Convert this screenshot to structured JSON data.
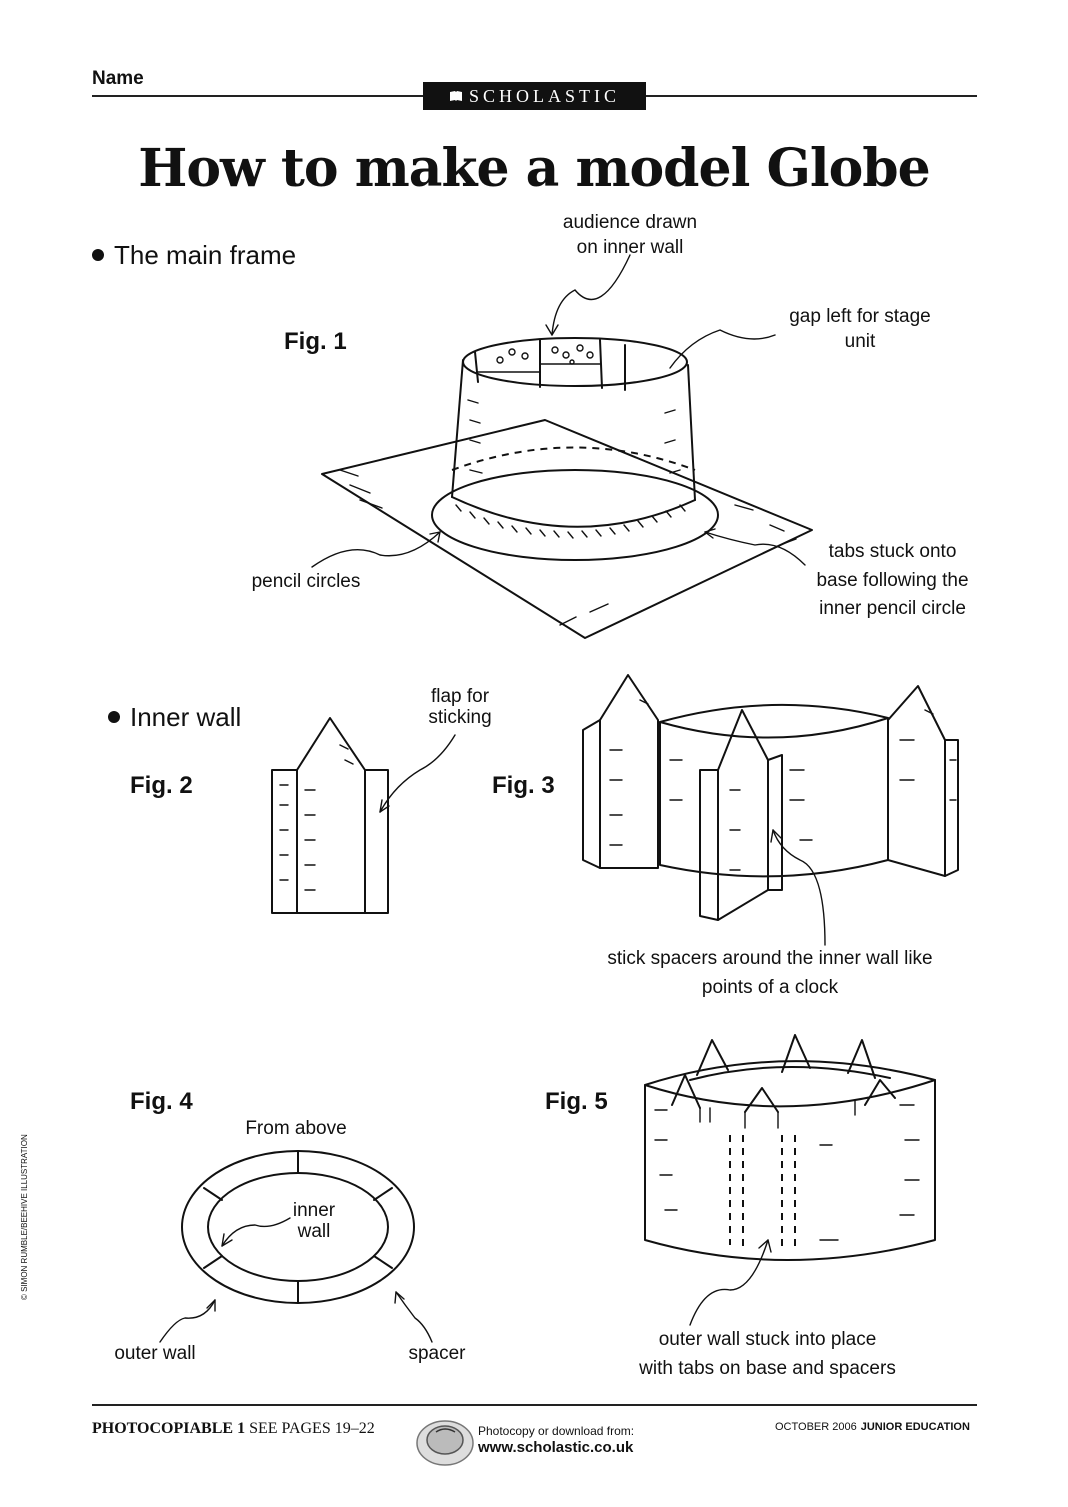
{
  "header": {
    "name_label": "Name",
    "logo": "SCHOLASTIC"
  },
  "title": "How to make a model Globe",
  "sections": {
    "main_frame": "The main frame",
    "inner_wall": "Inner wall"
  },
  "figures": {
    "fig1": "Fig. 1",
    "fig2": "Fig. 2",
    "fig3": "Fig. 3",
    "fig4": "Fig. 4",
    "fig5": "Fig. 5"
  },
  "labels": {
    "audience_1": "audience drawn",
    "audience_2": "on inner wall",
    "gap_1": "gap left for stage",
    "gap_2": "unit",
    "pencil": "pencil circles",
    "tabs_1": "tabs stuck onto",
    "tabs_2": "base following the",
    "tabs_3": "inner pencil circle",
    "flap_1": "flap for",
    "flap_2": "sticking",
    "spacers_1": "stick spacers around the inner wall like",
    "spacers_2": "points of a clock",
    "from_above": "From above",
    "inner_wall_1": "inner",
    "inner_wall_2": "wall",
    "outer_wall": "outer wall",
    "spacer": "spacer",
    "outer_stuck_1": "outer wall stuck into place",
    "outer_stuck_2": "with tabs on base and spacers"
  },
  "footer": {
    "photocopiable": "PHOTOCOPIABLE 1",
    "see_pages": " SEE PAGES 19–22",
    "photocopy_text": "Photocopy or download from:",
    "url": "www.scholastic.co.uk",
    "date": "OCTOBER 2006",
    "magazine": "JUNIOR EDUCATION"
  },
  "credit": "© SIMON RUMBLE/BEEHIVE ILLUSTRATION",
  "icons": [
    "book-icon",
    "computer-mouse-icon"
  ]
}
